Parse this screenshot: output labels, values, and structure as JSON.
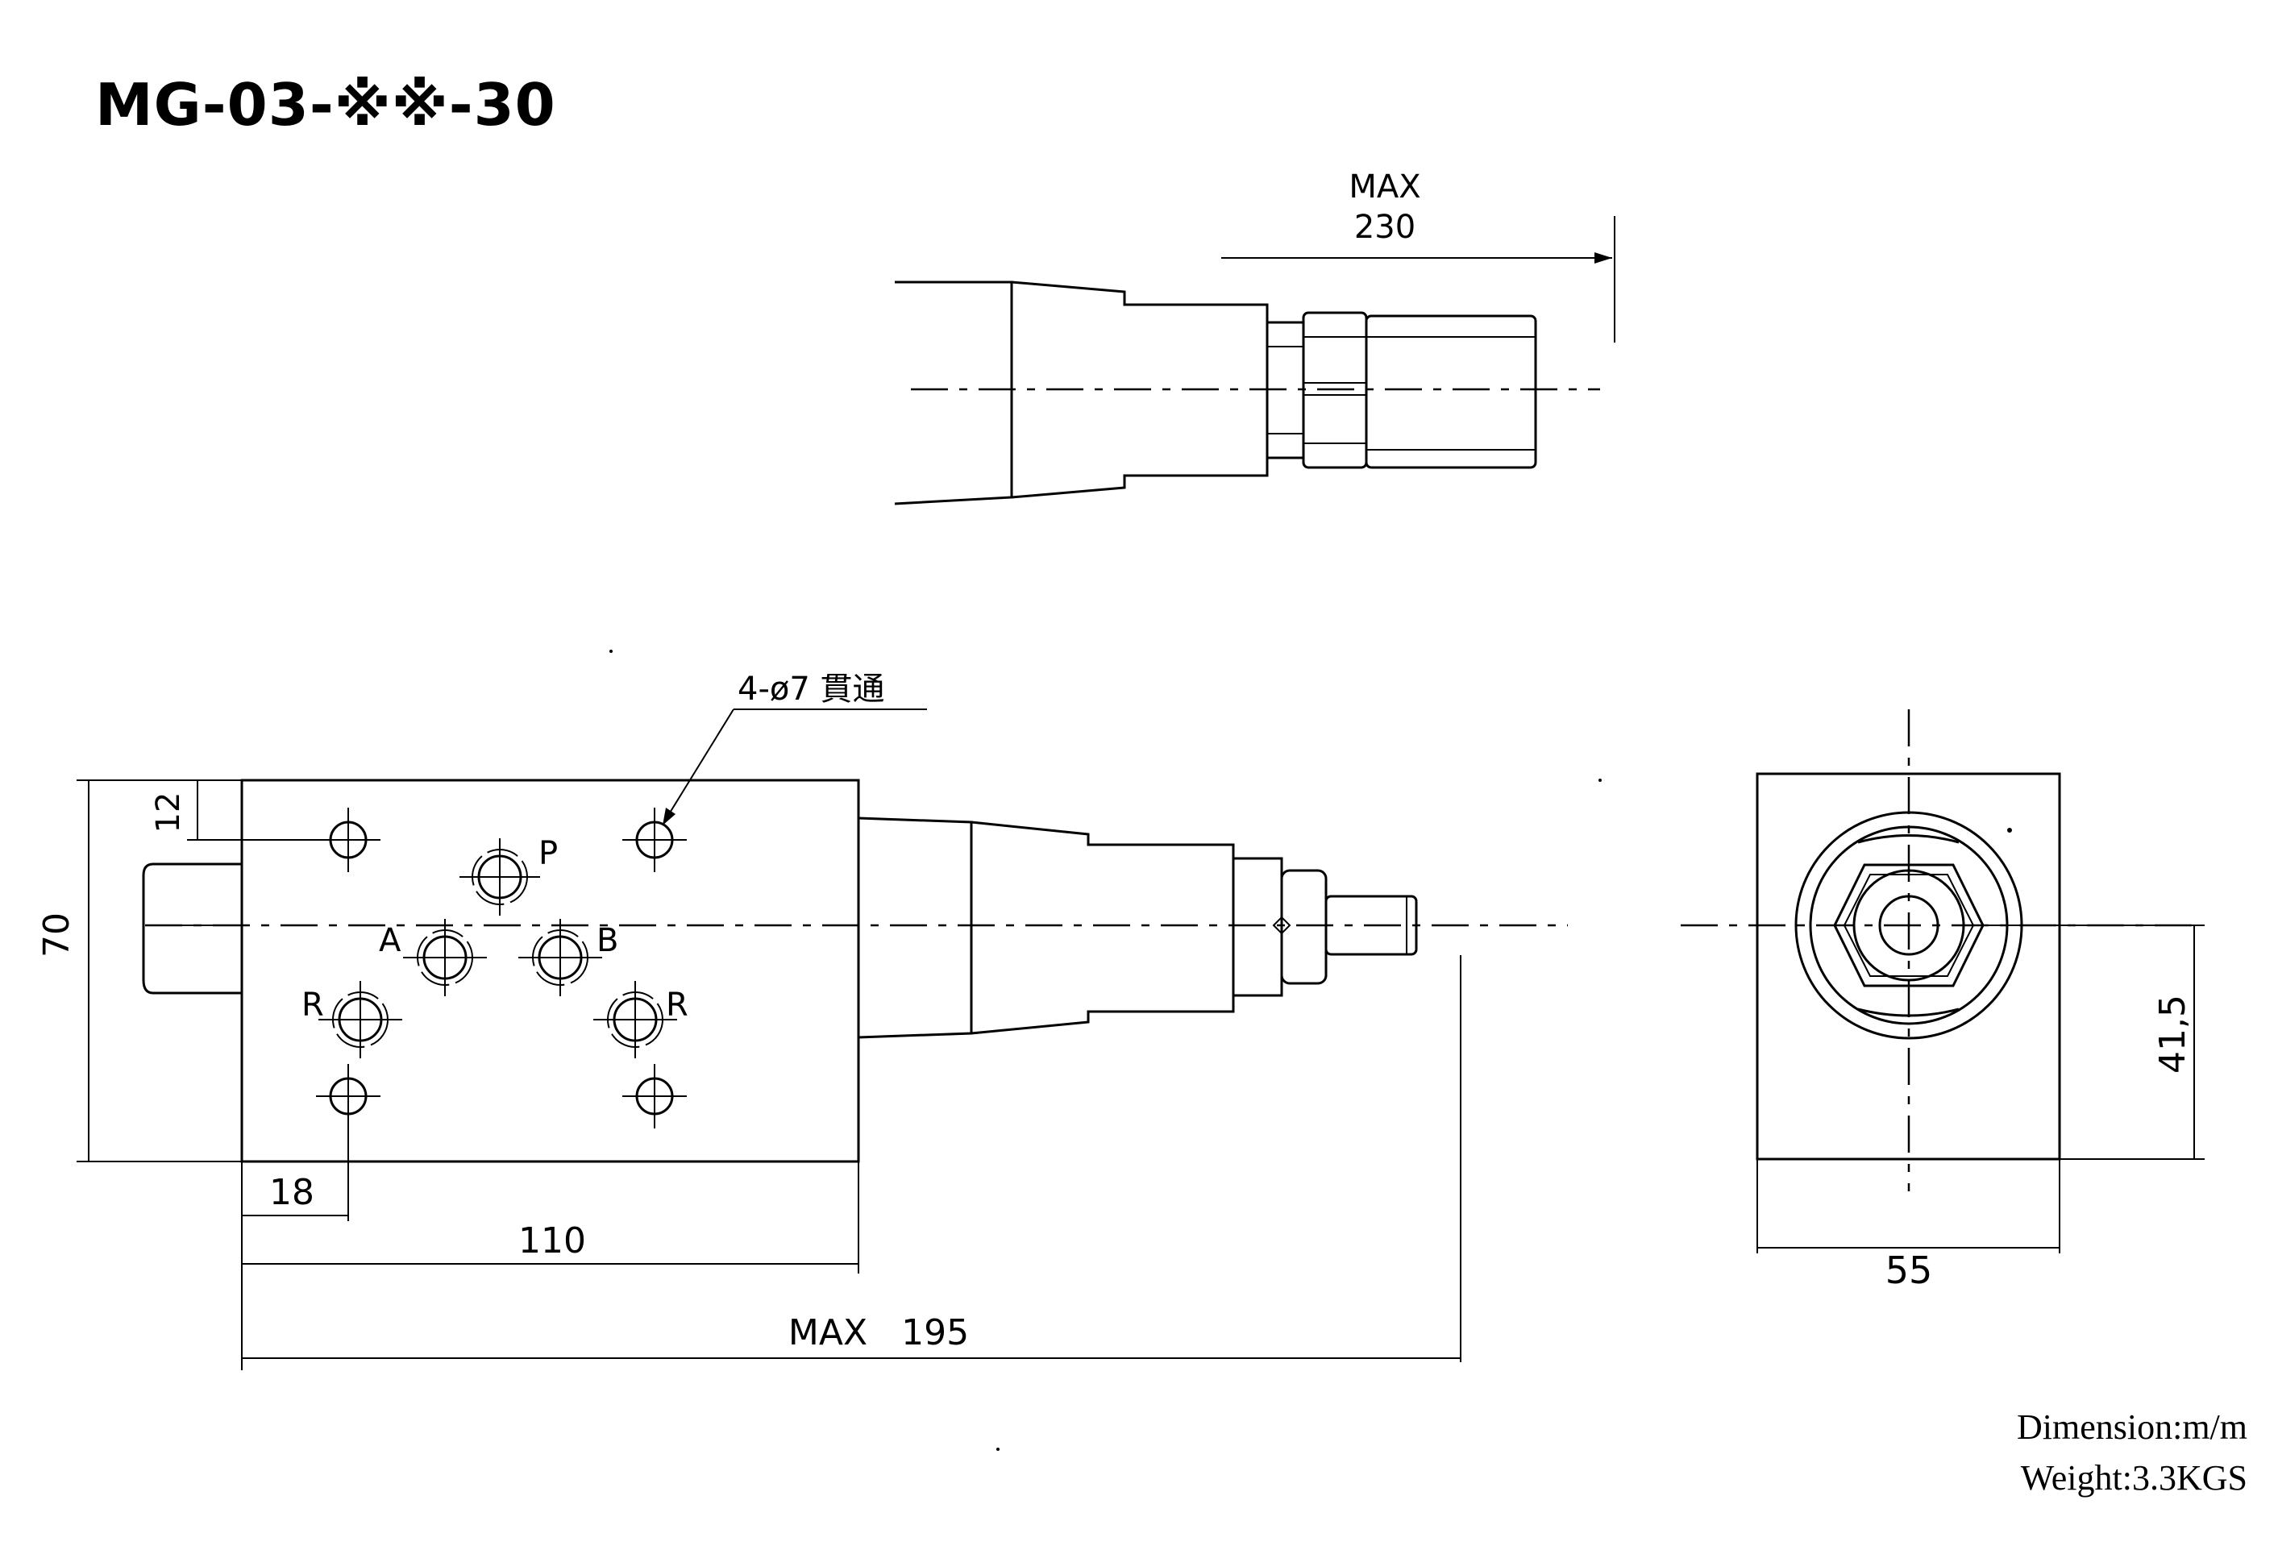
{
  "title": "MG-03-※※-30",
  "top_view": {
    "dim_label_max": "MAX",
    "dim_value": "230"
  },
  "front_view": {
    "hole_callout": "4-ø7 貫通",
    "port_p": "P",
    "port_a": "A",
    "port_b": "B",
    "port_r_left": "R",
    "port_r_right": "R",
    "dim_height": "70",
    "dim_top_offset": "12",
    "dim_left_offset": "18",
    "dim_body_length": "110",
    "dim_total_length": "MAX   195"
  },
  "side_view": {
    "dim_center_height": "41,5",
    "dim_width": "55"
  },
  "footer": {
    "dimension": "Dimension:m/m",
    "weight": "Weight:3.3KGS"
  }
}
